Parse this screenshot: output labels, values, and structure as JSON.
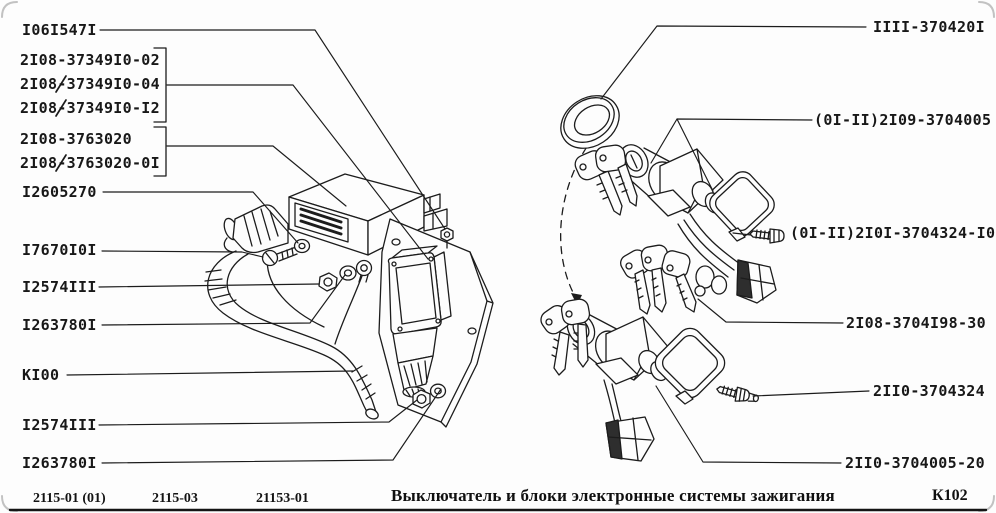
{
  "labels": {
    "left": [
      {
        "text": "I06I547I",
        "superseded": false
      },
      {
        "text": "2I08-37349I0-02",
        "superseded": false
      },
      {
        "text": "2I08-37349I0-04",
        "superseded": true
      },
      {
        "text": "2I08-37349I0-I2",
        "superseded": true
      },
      {
        "text": "2I08-3763020",
        "superseded": false
      },
      {
        "text": "2I08-3763020-0I",
        "superseded": true
      },
      {
        "text": "I2605270",
        "superseded": false
      },
      {
        "text": "I7670I0I",
        "superseded": false
      },
      {
        "text": "I2574III",
        "superseded": false
      },
      {
        "text": "I263780I",
        "superseded": false
      },
      {
        "text": "KI00",
        "superseded": false
      },
      {
        "text": "I2574III",
        "superseded": false
      },
      {
        "text": "I263780I",
        "superseded": false
      }
    ],
    "right": [
      {
        "text": "IIII-370420I"
      },
      {
        "text": "(0I-II)2I09-3704005"
      },
      {
        "text": "(0I-II)2I0I-3704324-I0"
      },
      {
        "text": "2I08-3704I98-30"
      },
      {
        "text": "2II0-3704324"
      },
      {
        "text": "2II0-3704005-20"
      }
    ]
  },
  "footer": {
    "variant_codes": [
      "2115-01 (01)",
      "2115-03",
      "21153-01"
    ],
    "title": "Выключатель и блоки электронные системы зажигания",
    "sheet_code": "К102"
  },
  "colors": {
    "ink": "#1c1c1c",
    "paper": "#fdfdfd"
  }
}
